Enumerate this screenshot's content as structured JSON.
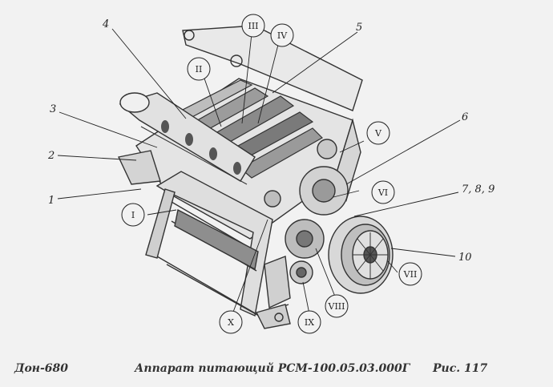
{
  "caption": {
    "left": "Дон-680",
    "center": "Аппарат питающий   РСМ-100.05.03.000Г",
    "right": "Рис.   117"
  },
  "callouts_numeric": [
    "1",
    "2",
    "3",
    "4",
    "5",
    "6",
    "7, 8, 9",
    "10"
  ],
  "callouts_roman": [
    "I",
    "II",
    "III",
    "IV",
    "V",
    "VI",
    "VII",
    "VIII",
    "IX",
    "X"
  ]
}
